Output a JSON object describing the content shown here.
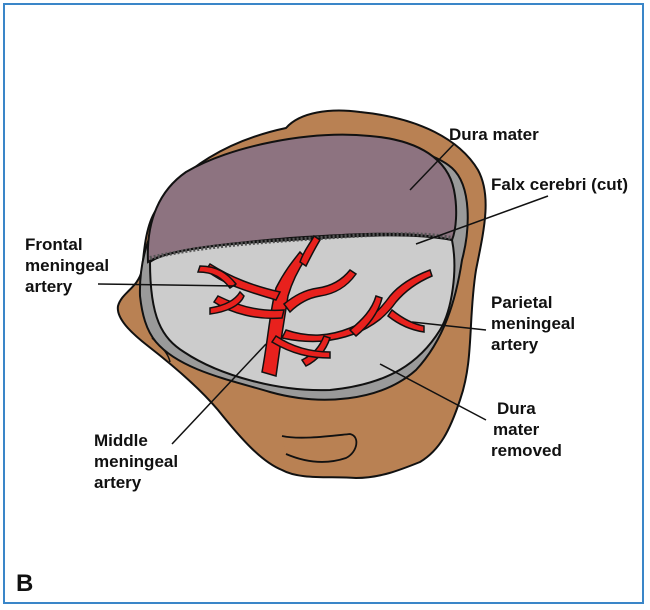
{
  "panel_letter": "B",
  "labels": {
    "dura_mater": "Dura mater",
    "falx_cerebri": "Falx cerebri (cut)",
    "frontal_artery": [
      "Frontal",
      "meningeal",
      "artery"
    ],
    "parietal_artery": [
      "Parietal",
      "meningeal",
      "artery"
    ],
    "middle_artery": [
      "Middle",
      "meningeal",
      "artery"
    ],
    "dura_removed": [
      "Dura",
      "mater",
      "removed"
    ]
  },
  "colors": {
    "frame": "#3a86c8",
    "skin": "#b98153",
    "dura": "#8d7380",
    "brain": "#cccccc",
    "artery": "#e8211d",
    "bone": "#9a9a9a"
  }
}
